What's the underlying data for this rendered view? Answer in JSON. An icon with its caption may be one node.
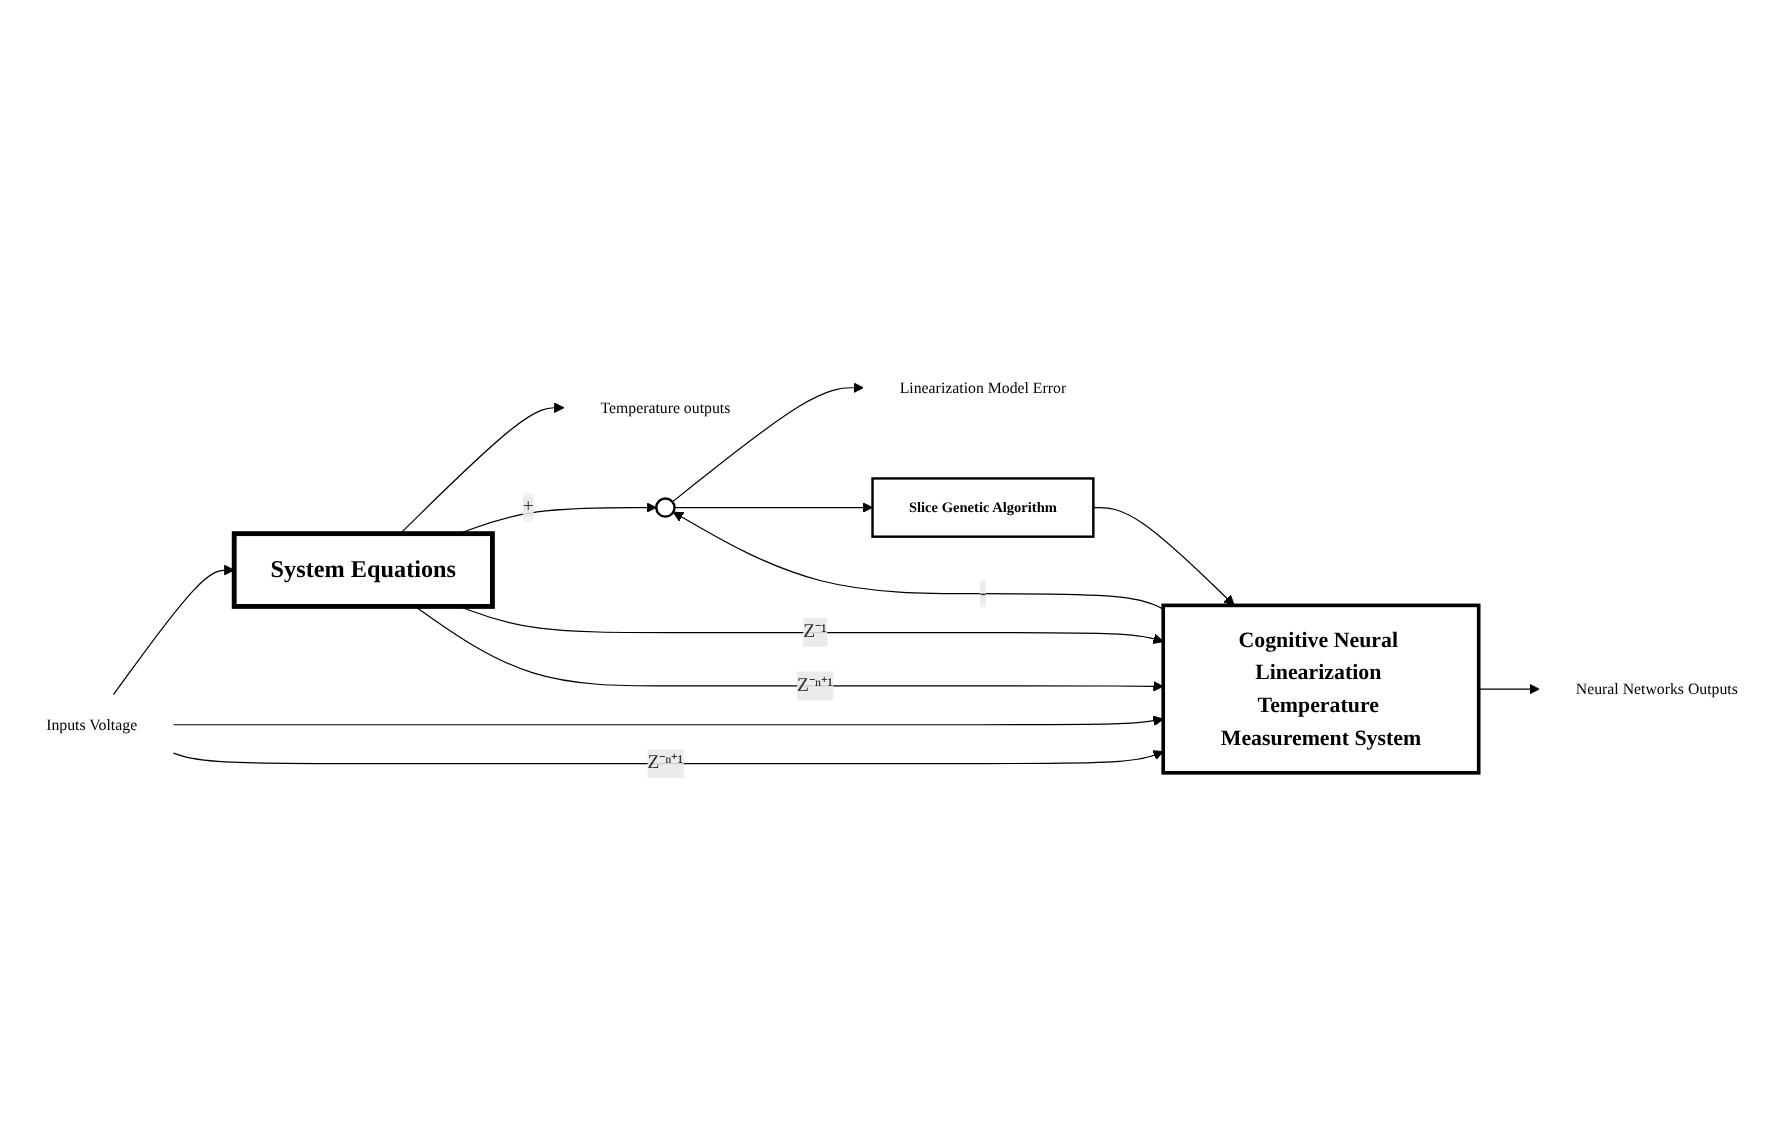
{
  "diagram": {
    "nodes": [
      {
        "text": [
          "Inputs Voltage"
        ]
      },
      {
        "text": [
          "System Equations"
        ]
      },
      {
        "text": [
          "Temperature outputs"
        ]
      },
      {
        "text": [],
        "shape": "circle"
      },
      {
        "text": [
          "Linearization Model Error"
        ]
      },
      {
        "text": [
          "Cognitive Neural Linearization Temperature Measurement System"
        ]
      },
      {
        "text": [
          "Neural Networks Outputs"
        ]
      },
      {
        "text": [
          "Slice Genetic Algorithm"
        ]
      }
    ],
    "edges": [
      {
        "from": 0,
        "to": 1,
        "arrow": "to"
      },
      {
        "from": 1,
        "to": 2,
        "arrow": "to"
      },
      {
        "from": 1,
        "to": 3,
        "arrow": "to",
        "label": "+"
      },
      {
        "from": 1,
        "to": 5,
        "arrow": "to",
        "label": "Z⁻¹"
      },
      {
        "from": 1,
        "to": 5,
        "arrow": "to",
        "label": "Z⁻ⁿ⁺¹"
      },
      {
        "from": 0,
        "to": 5,
        "arrow": "to"
      },
      {
        "from": 0,
        "to": 5,
        "arrow": "to",
        "label": "Z⁻ⁿ⁺¹"
      },
      {
        "from": 3,
        "to": 4,
        "arrow": "to"
      },
      {
        "from": 5,
        "to": 6,
        "arrow": "to"
      },
      {
        "from": 5,
        "to": 3,
        "arrow": "to",
        "label": "-"
      },
      {
        "from": 3,
        "to": 7,
        "arrow": "to"
      },
      {
        "from": 7,
        "to": 5,
        "arrow": "to"
      }
    ]
  }
}
